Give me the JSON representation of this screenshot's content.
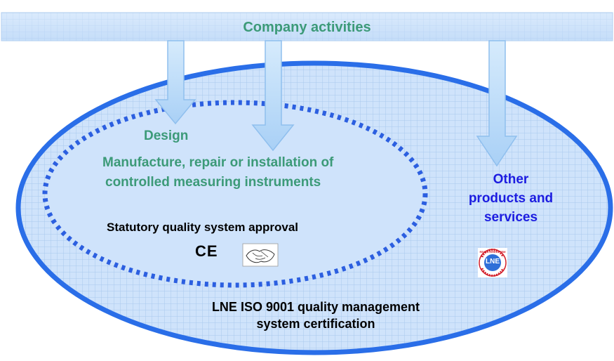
{
  "banner": {
    "label": "Company activities"
  },
  "inner": {
    "design_label": "Design",
    "manufacture_line1": "Manufacture, repair or installation of",
    "manufacture_line2": "controlled measuring instruments",
    "statutory_label": "Statutory quality system approval",
    "ce_mark": "CE"
  },
  "outer": {
    "other_line1": "Other",
    "other_line2": "products and",
    "other_line3": "services",
    "iso_line1": "LNE ISO 9001 quality management",
    "iso_line2": "system certification"
  },
  "badge": {
    "top_text": "REGISTERED FIRM",
    "center_text": "LNE"
  },
  "colors": {
    "grid_fill": "#cfe3fb",
    "grid_line": "#a9c8ee",
    "outer_border": "#2a6ee8",
    "inner_dots": "#2c5fe0",
    "green_text": "#3c9a78",
    "blue_text": "#1c1ce0",
    "arrow_fill": "#bcdcf8",
    "arrow_edge": "#8fbfee"
  }
}
